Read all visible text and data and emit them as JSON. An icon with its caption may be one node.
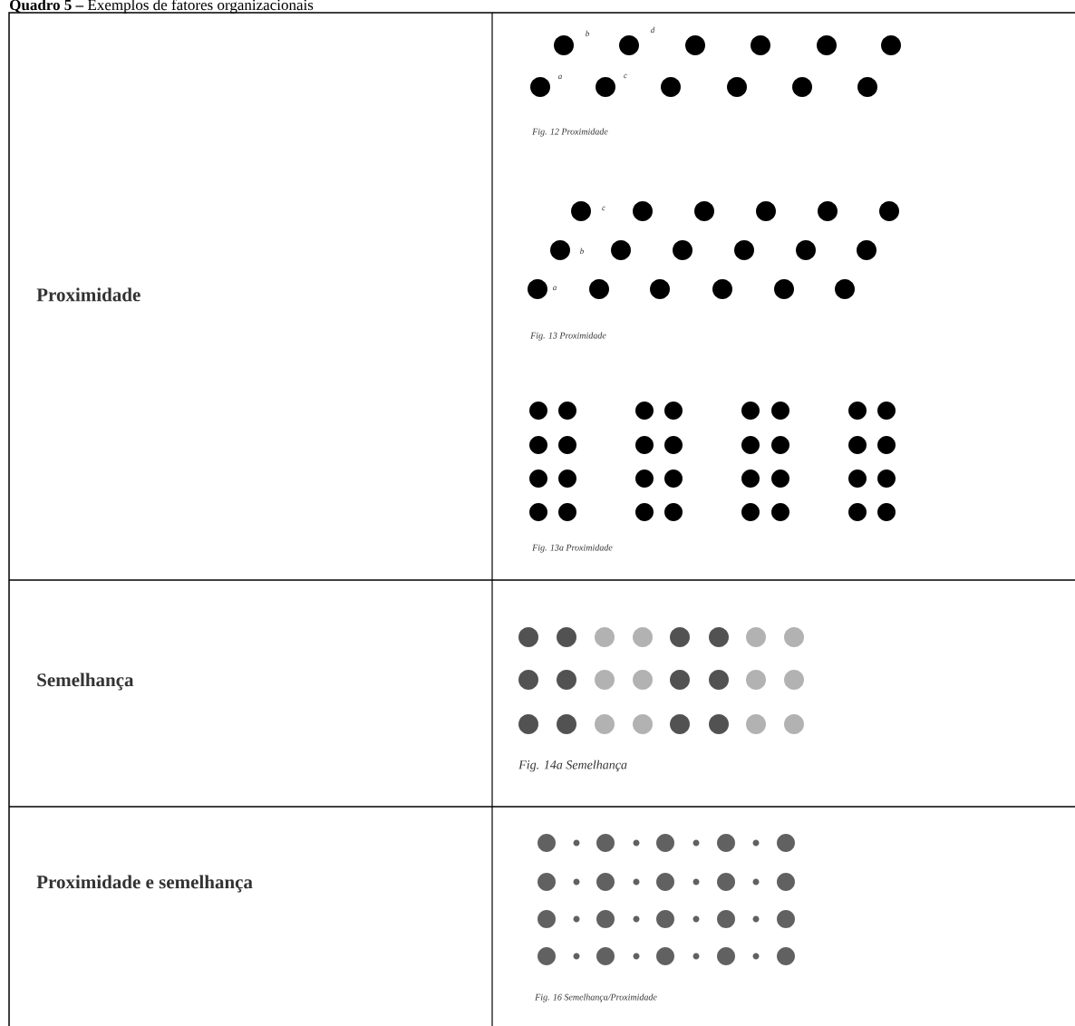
{
  "diagram": {
    "title": "**Quadro 5 –** Exemplos de fatores organizacionais",
    "labels": [
      "Proximidade",
      "b",
      "d",
      "a",
      "c",
      "Fig. 12 Proximidade",
      "c",
      "b",
      "a",
      "Fig. 13 Proximidade",
      "Fig. 13a Proximidade",
      "Semelhança",
      "Fig. 14a Semelhança",
      "Proximidade e semelhança",
      "Fig. 16 Semelhança/Proximidade"
    ]
  }
}
